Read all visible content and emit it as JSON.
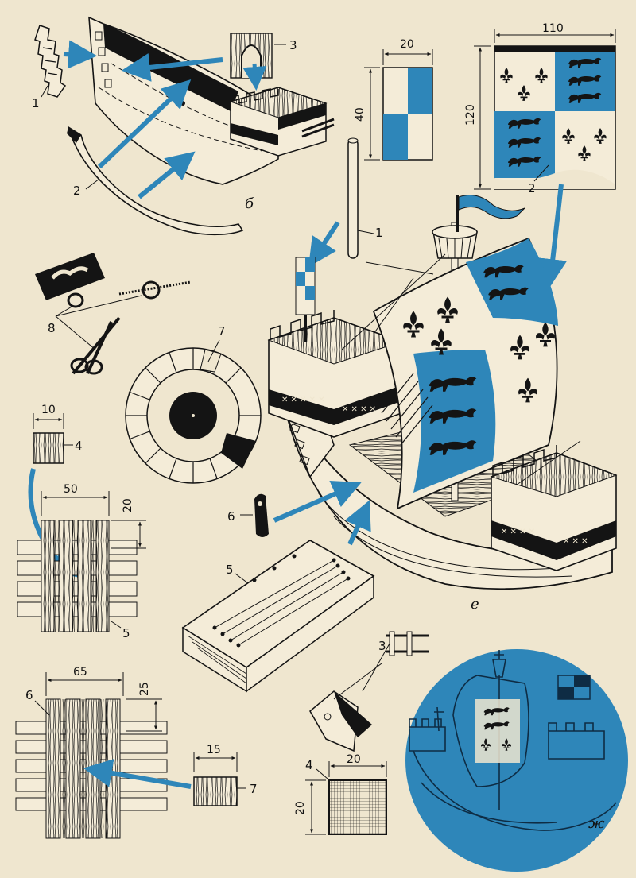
{
  "colors": {
    "paper": "#efe6cf",
    "ink": "#141414",
    "blue": "#2e86b9",
    "light_blue": "#4aa0cf"
  },
  "part_labels": {
    "p1_top": "1",
    "p2_top": "2",
    "p3_top": "3",
    "p1_mast": "1",
    "p2_banner": "2",
    "p3_bottom": "3",
    "p4_small": "4",
    "p4_grid": "4",
    "p5_grid": "5",
    "p5_board": "5",
    "p6_grid": "6",
    "p6_piece": "6",
    "p7_wheel": "7",
    "p7_small": "7",
    "p8_tools": "8"
  },
  "figure_letters": {
    "b": "б",
    "e": "е",
    "zh": "ж"
  },
  "dimensions": {
    "flag_w": "20",
    "flag_h": "40",
    "banner_w": "110",
    "banner_h": "120",
    "p4_w": "10",
    "p5_w": "50",
    "p5_h": "20",
    "p6_w": "65",
    "p6_h": "25",
    "p7_w": "15",
    "mesh_w": "20",
    "mesh_h": "20"
  },
  "icons": [
    "razor-blade-icon",
    "scissors-icon",
    "fleur-de-lis-icon",
    "lion-icon",
    "arrow-icon"
  ]
}
